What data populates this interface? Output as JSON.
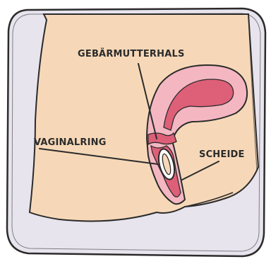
{
  "labels": {
    "cervix": "GEBÄRMUTTERHALS",
    "ring": "VAGINALRING",
    "vagina": "SCHEIDE"
  },
  "colors": {
    "frame_background": "#e7e4ee",
    "body_skin": "#f6d8b8",
    "organ_outer": "#f4b7c2",
    "organ_inner": "#de5f78",
    "ring": "#ffffff",
    "outline": "#2b2b2b"
  }
}
